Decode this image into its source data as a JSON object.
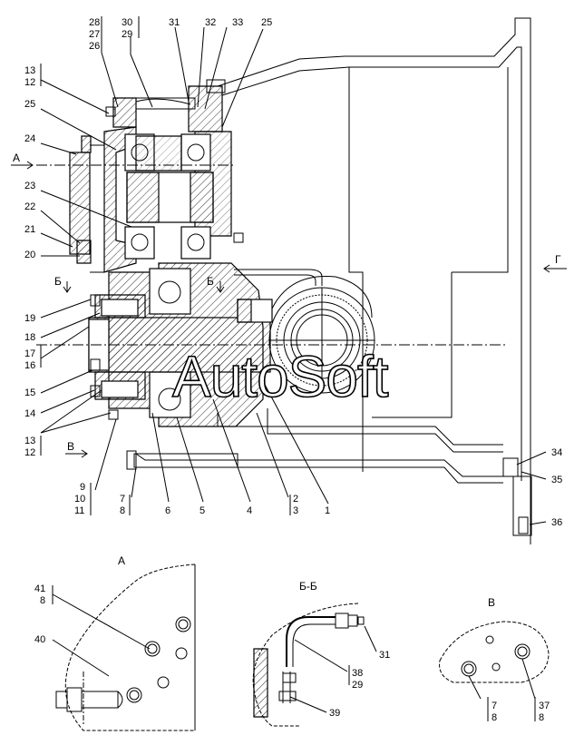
{
  "labels": {
    "l1": "1",
    "l2": "2",
    "l3": "3",
    "l4": "4",
    "l5": "5",
    "l6": "6",
    "l7": "7",
    "l8": "8",
    "l9": "9",
    "l10": "10",
    "l11": "11",
    "l12": "12",
    "l13": "13",
    "l14": "14",
    "l15": "15",
    "l16": "16",
    "l17": "17",
    "l18": "18",
    "l19": "19",
    "l20": "20",
    "l21": "21",
    "l22": "22",
    "l23": "23",
    "l24": "24",
    "l25": "25",
    "l26": "26",
    "l27": "27",
    "l28": "28",
    "l29": "29",
    "l30": "30",
    "l31": "31",
    "l32": "32",
    "l33": "33",
    "l34": "34",
    "l35": "35",
    "l36": "36",
    "l37": "37",
    "l38": "38",
    "l39": "39",
    "l40": "40",
    "l41": "41"
  },
  "view_markers": {
    "a": "А",
    "b": "Б",
    "v": "В",
    "g": "Г"
  },
  "section_titles": {
    "a": "А",
    "bb": "Б-Б",
    "v": "В"
  },
  "watermark": "AutoSoft"
}
